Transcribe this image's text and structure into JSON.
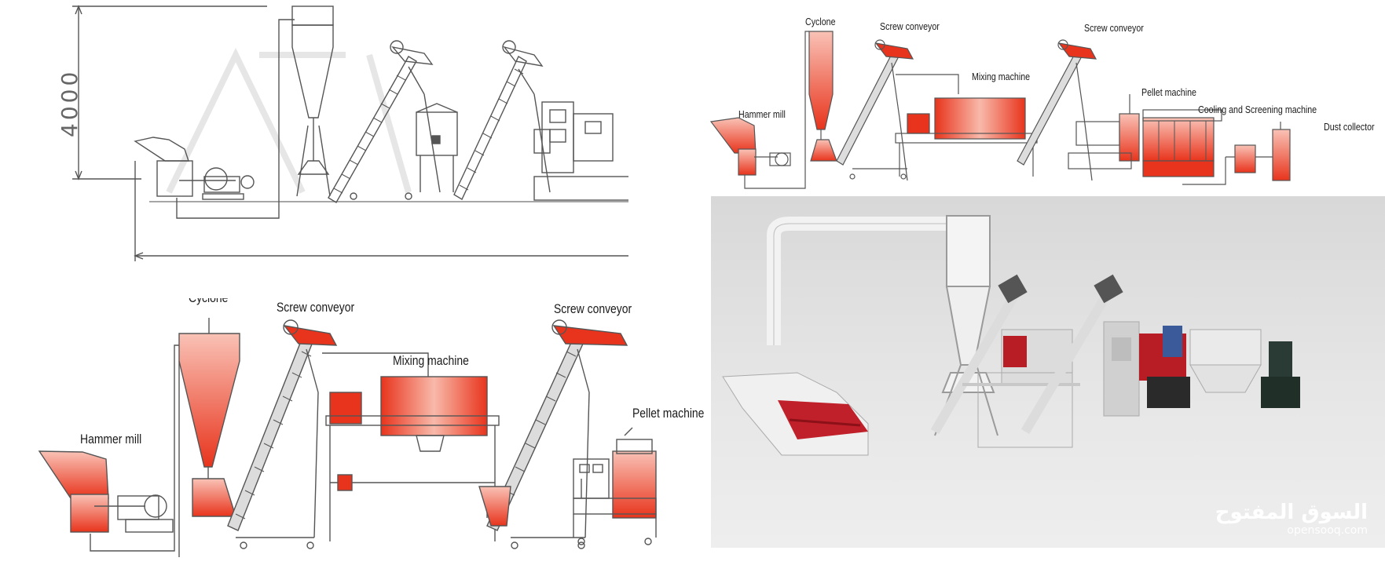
{
  "top_left": {
    "dimension_height": "4000"
  },
  "top_right": {
    "labels": {
      "hammer_mill": "Hammer mill",
      "cyclone": "Cyclone",
      "screw_conveyor_1": "Screw conveyor",
      "mixing_machine": "Mixing machine",
      "screw_conveyor_2": "Screw conveyor",
      "pellet_machine": "Pellet machine",
      "cooling_screening": "Cooling and Screening machine",
      "dust_collector": "Dust collector"
    }
  },
  "bottom_left": {
    "labels": {
      "cyclone": "Cyclone",
      "screw_conveyor_1": "Screw conveyor",
      "mixing_machine": "Mixing machine",
      "screw_conveyor_2": "Screw conveyor",
      "hammer_mill": "Hammer mill",
      "pellet_machine": "Pellet machine"
    }
  },
  "photo": {
    "watermark_arabic": "السوق المفتوح",
    "watermark_latin": "opensooq.com"
  },
  "colors": {
    "machine_red": "#e8341c",
    "machine_red_light": "#f7b3a6",
    "line_gray": "#555555",
    "photo_bg": "#e2e2e2"
  }
}
